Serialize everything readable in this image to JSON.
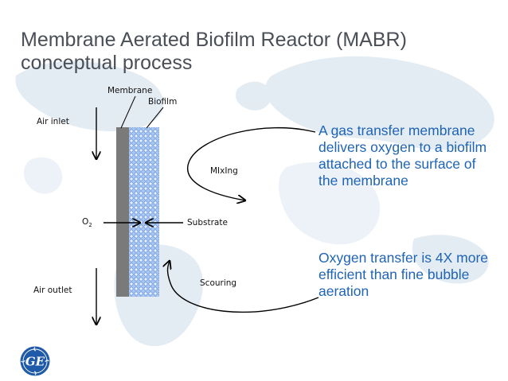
{
  "title": {
    "line1": "Membrane Aerated Biofilm Reactor (MABR)",
    "line2": "conceptual process"
  },
  "diagram": {
    "membrane": "Membrane",
    "biofilm": "Biofilm",
    "air_inlet": "Air inlet",
    "air_outlet": "Air outlet",
    "o2_base": "O",
    "o2_sub": "2",
    "substrate": "Substrate",
    "mixing": "MIxIng",
    "scouring": "Scouring"
  },
  "side_text": {
    "p1": "A gas transfer membrane delivers oxygen to a biofilm attached to the surface of the membrane",
    "p2": "Oxygen transfer is 4X more efficient than fine bubble aeration"
  },
  "logo": {
    "text": "GE"
  },
  "colors": {
    "title": "#4a4f57",
    "side_text": "#1f64b5",
    "membrane": "#7a7a7a",
    "biofilm": "#8fb4e8",
    "logo": "#1e5aa8"
  }
}
